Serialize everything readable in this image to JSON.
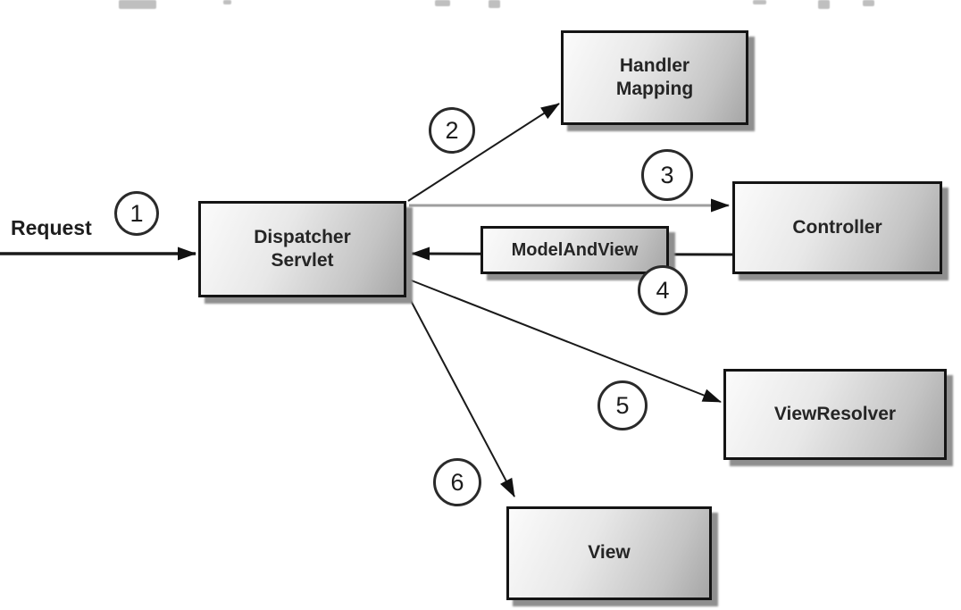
{
  "labels": {
    "request": "Request"
  },
  "nodes": {
    "handler_mapping": {
      "line1": "Handler",
      "line2": "Mapping"
    },
    "controller": {
      "label": "Controller"
    },
    "dispatcher_servlet": {
      "line1": "Dispatcher",
      "line2": "Servlet"
    },
    "model_and_view": {
      "label": "ModelAndView"
    },
    "view_resolver": {
      "label": "ViewResolver"
    },
    "view": {
      "label": "View"
    }
  },
  "steps": [
    "1",
    "2",
    "3",
    "4",
    "5",
    "6"
  ],
  "connections": [
    {
      "step": "1",
      "from": "Request",
      "to": "DispatcherServlet",
      "line_color": "#1a1a1a"
    },
    {
      "step": "2",
      "from": "DispatcherServlet",
      "to": "HandlerMapping",
      "line_color": "#1a1a1a"
    },
    {
      "step": "3",
      "from": "DispatcherServlet",
      "to": "Controller",
      "line_color": "#9e9e9e"
    },
    {
      "step": "4",
      "from": "Controller",
      "to": "DispatcherServlet",
      "via": "ModelAndView",
      "line_color": "#1a1a1a"
    },
    {
      "step": "5",
      "from": "DispatcherServlet",
      "to": "ViewResolver",
      "line_color": "#1a1a1a"
    },
    {
      "step": "6",
      "from": "DispatcherServlet",
      "to": "View",
      "line_color": "#1a1a1a"
    }
  ],
  "colors": {
    "background": "#ffffff",
    "box_border": "#141414",
    "box_fill_light": "#fbfbfb",
    "box_fill_dark": "#a6a6a6",
    "box_shadow": "#8f8f8f",
    "arrow_black": "#1a1a1a",
    "arrow_gray": "#9e9e9e",
    "text": "#252525"
  }
}
